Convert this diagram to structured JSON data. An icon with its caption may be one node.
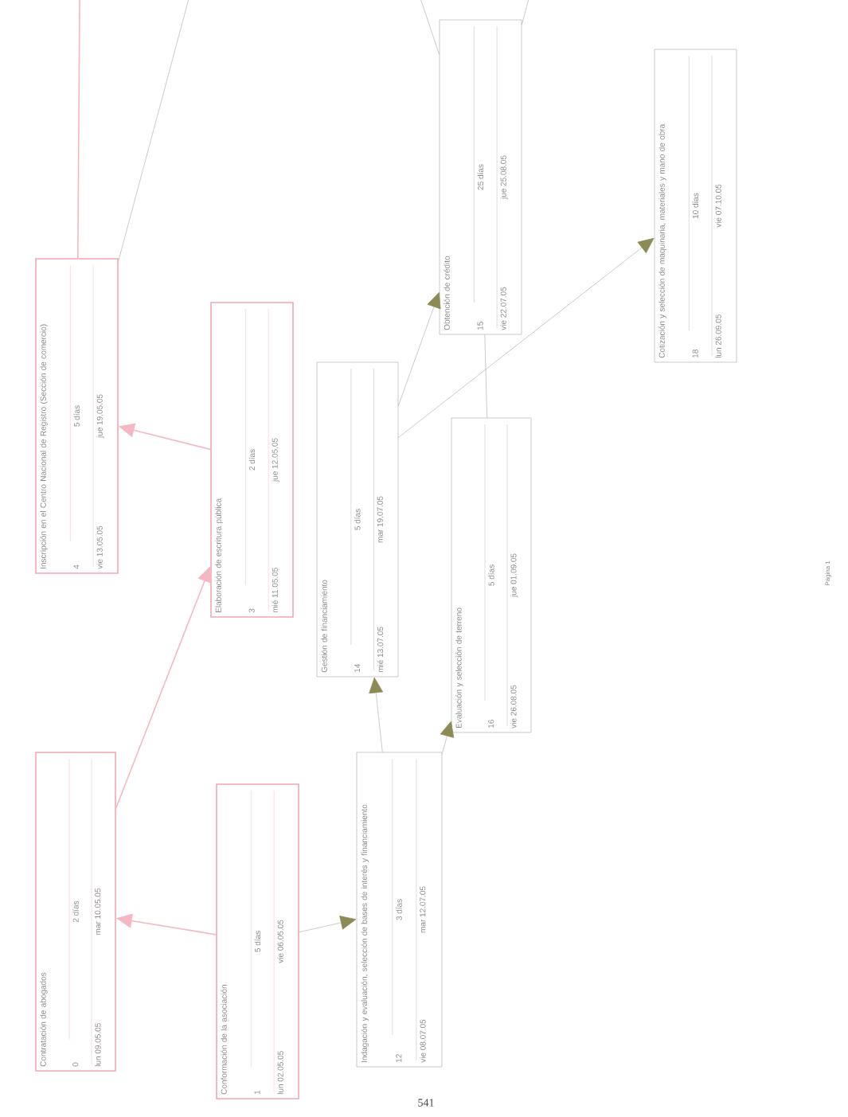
{
  "diagram": {
    "nodes": [
      {
        "text": [
          "Contratación de abogados",
          "0",
          "2 días",
          "lun 09.05.05",
          "mar 10.05.05"
        ]
      },
      {
        "text": [
          "Conformación de la asociación",
          "1",
          "5 días",
          "lun 02.05.05",
          "vie 06.05.05"
        ]
      },
      {
        "text": [
          "Inscripción en el Centro Nacional de Registro (Sección de comercio)",
          "4",
          "5 días",
          "vie 13.05.05",
          "jue 19.05.05"
        ]
      },
      {
        "text": [
          "Elaboración de escritura pública",
          "3",
          "2 días",
          "mié 11.05.05",
          "jue 12.05.05"
        ]
      },
      {
        "text": [
          "Indagación y evaluación, selección de bases de interés y financiamiento",
          "12",
          "3 días",
          "vie 08.07.05",
          "mar 12.07.05"
        ]
      },
      {
        "text": [
          "Gestión de financiamiento",
          "14",
          "5 días",
          "mié 13.07.05",
          "mar 19.07.05"
        ]
      },
      {
        "text": [
          "Evaluación y selección de terreno",
          "16",
          "5 días",
          "vie 26.08.05",
          "jue 01.09.05"
        ]
      },
      {
        "text": [
          "Obtención de crédito",
          "15",
          "25 días",
          "vie 22.07.05",
          "jue 25.08.05"
        ]
      },
      {
        "text": [
          "Cotización y selección de maquinaria, materiales y mano de obra",
          "18",
          "10 días",
          "lun 26.09.05",
          "vie 07.10.05"
        ]
      }
    ],
    "edges": [
      {
        "from": 1,
        "to": 0,
        "arrow": "to",
        "color": "#f5b8c2"
      },
      {
        "from": 0,
        "to": 3,
        "arrow": "to",
        "color": "#f5b8c2"
      },
      {
        "from": 3,
        "to": 2,
        "arrow": "to",
        "color": "#f5b8c2"
      },
      {
        "from": 2,
        "to": null,
        "arrow": "none",
        "color": "#f5b8c2"
      },
      {
        "from": 2,
        "to": null,
        "arrow": "none"
      },
      {
        "from": 1,
        "to": 4,
        "arrow": "to"
      },
      {
        "from": 4,
        "to": 5,
        "arrow": "to"
      },
      {
        "from": 4,
        "to": 6,
        "arrow": "to"
      },
      {
        "from": 5,
        "to": 7,
        "arrow": "to"
      },
      {
        "from": 5,
        "to": 8,
        "arrow": "to"
      },
      {
        "from": 6,
        "to": 7,
        "arrow": "none"
      },
      {
        "from": 7,
        "to": null,
        "arrow": "none"
      },
      {
        "from": 7,
        "to": null,
        "arrow": "none"
      }
    ],
    "labels": [
      "541",
      "Página 1"
    ]
  }
}
